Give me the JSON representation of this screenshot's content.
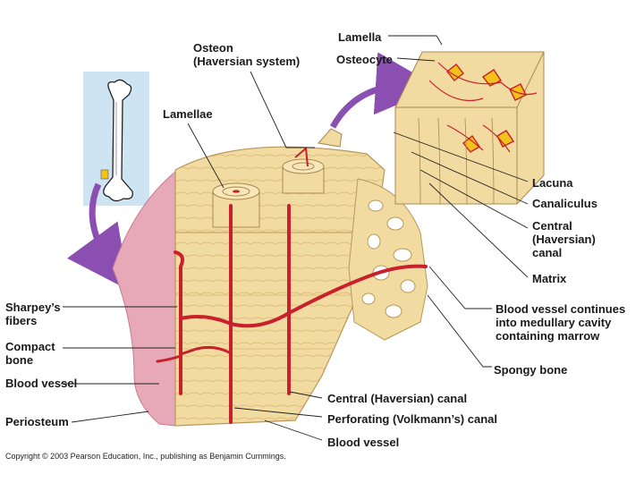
{
  "labels": {
    "osteon": "Osteon\n(Haversian system)",
    "lamellae": "Lamellae",
    "lamella": "Lamella",
    "osteocyte": "Osteocyte",
    "lacuna": "Lacuna",
    "canaliculus": "Canaliculus",
    "central_canal_right": "Central\n(Haversian)\ncanal",
    "matrix": "Matrix",
    "blood_vessel_continues": "Blood vessel continues\ninto medullary cavity\ncontaining marrow",
    "spongy_bone": "Spongy bone",
    "central_canal_bottom": "Central (Haversian) canal",
    "perforating_canal": "Perforating (Volkmann’s) canal",
    "blood_vessel_bottom": "Blood vessel",
    "sharpeys_fibers": "Sharpey’s\nfibers",
    "compact_bone": "Compact\nbone",
    "blood_vessel_left": "Blood vessel",
    "periosteum": "Periosteum"
  },
  "copyright": "Copyright © 2003 Pearson Education, Inc., publishing as Benjamin Cummings.",
  "colors": {
    "bone": "#f2dba0",
    "bone_shadow": "#dcbf7c",
    "blood_vessel": "#c8202c",
    "periosteum": "#e7a9b8",
    "arrow": "#8a4fb0",
    "osteocyte": "#f2c21a"
  }
}
